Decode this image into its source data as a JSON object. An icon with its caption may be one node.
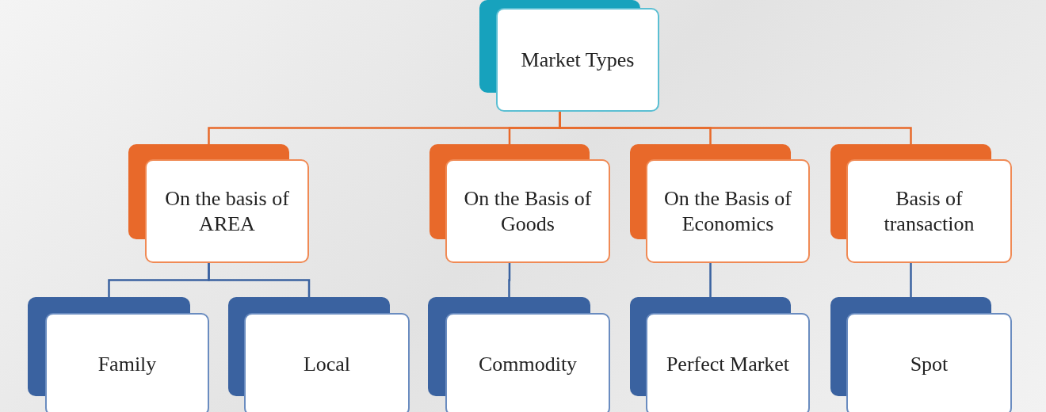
{
  "diagram": {
    "nodes": [
      {
        "text": [
          "Market Types"
        ]
      },
      {
        "text": [
          "On the basis of AREA"
        ]
      },
      {
        "text": [
          "On the Basis of Goods"
        ]
      },
      {
        "text": [
          "On the Basis of Economics"
        ]
      },
      {
        "text": [
          "Basis of transaction"
        ]
      },
      {
        "text": [
          "Family"
        ]
      },
      {
        "text": [
          "Local"
        ]
      },
      {
        "text": [
          "Commodity"
        ]
      },
      {
        "text": [
          "Perfect Market"
        ]
      },
      {
        "text": [
          "Spot"
        ]
      }
    ],
    "edges": [
      {
        "from": 0,
        "to": 1,
        "arrow": "none",
        "color": "#e8692a"
      },
      {
        "from": 0,
        "to": 2,
        "arrow": "none",
        "color": "#e8692a"
      },
      {
        "from": 0,
        "to": 3,
        "arrow": "none",
        "color": "#e8692a"
      },
      {
        "from": 0,
        "to": 4,
        "arrow": "none",
        "color": "#e8692a"
      },
      {
        "from": 1,
        "to": 5,
        "arrow": "none"
      },
      {
        "from": 1,
        "to": 6,
        "arrow": "none"
      },
      {
        "from": 2,
        "to": 7,
        "arrow": "none"
      },
      {
        "from": 3,
        "to": 8,
        "arrow": "none"
      },
      {
        "from": 4,
        "to": 9,
        "arrow": "none"
      }
    ]
  }
}
